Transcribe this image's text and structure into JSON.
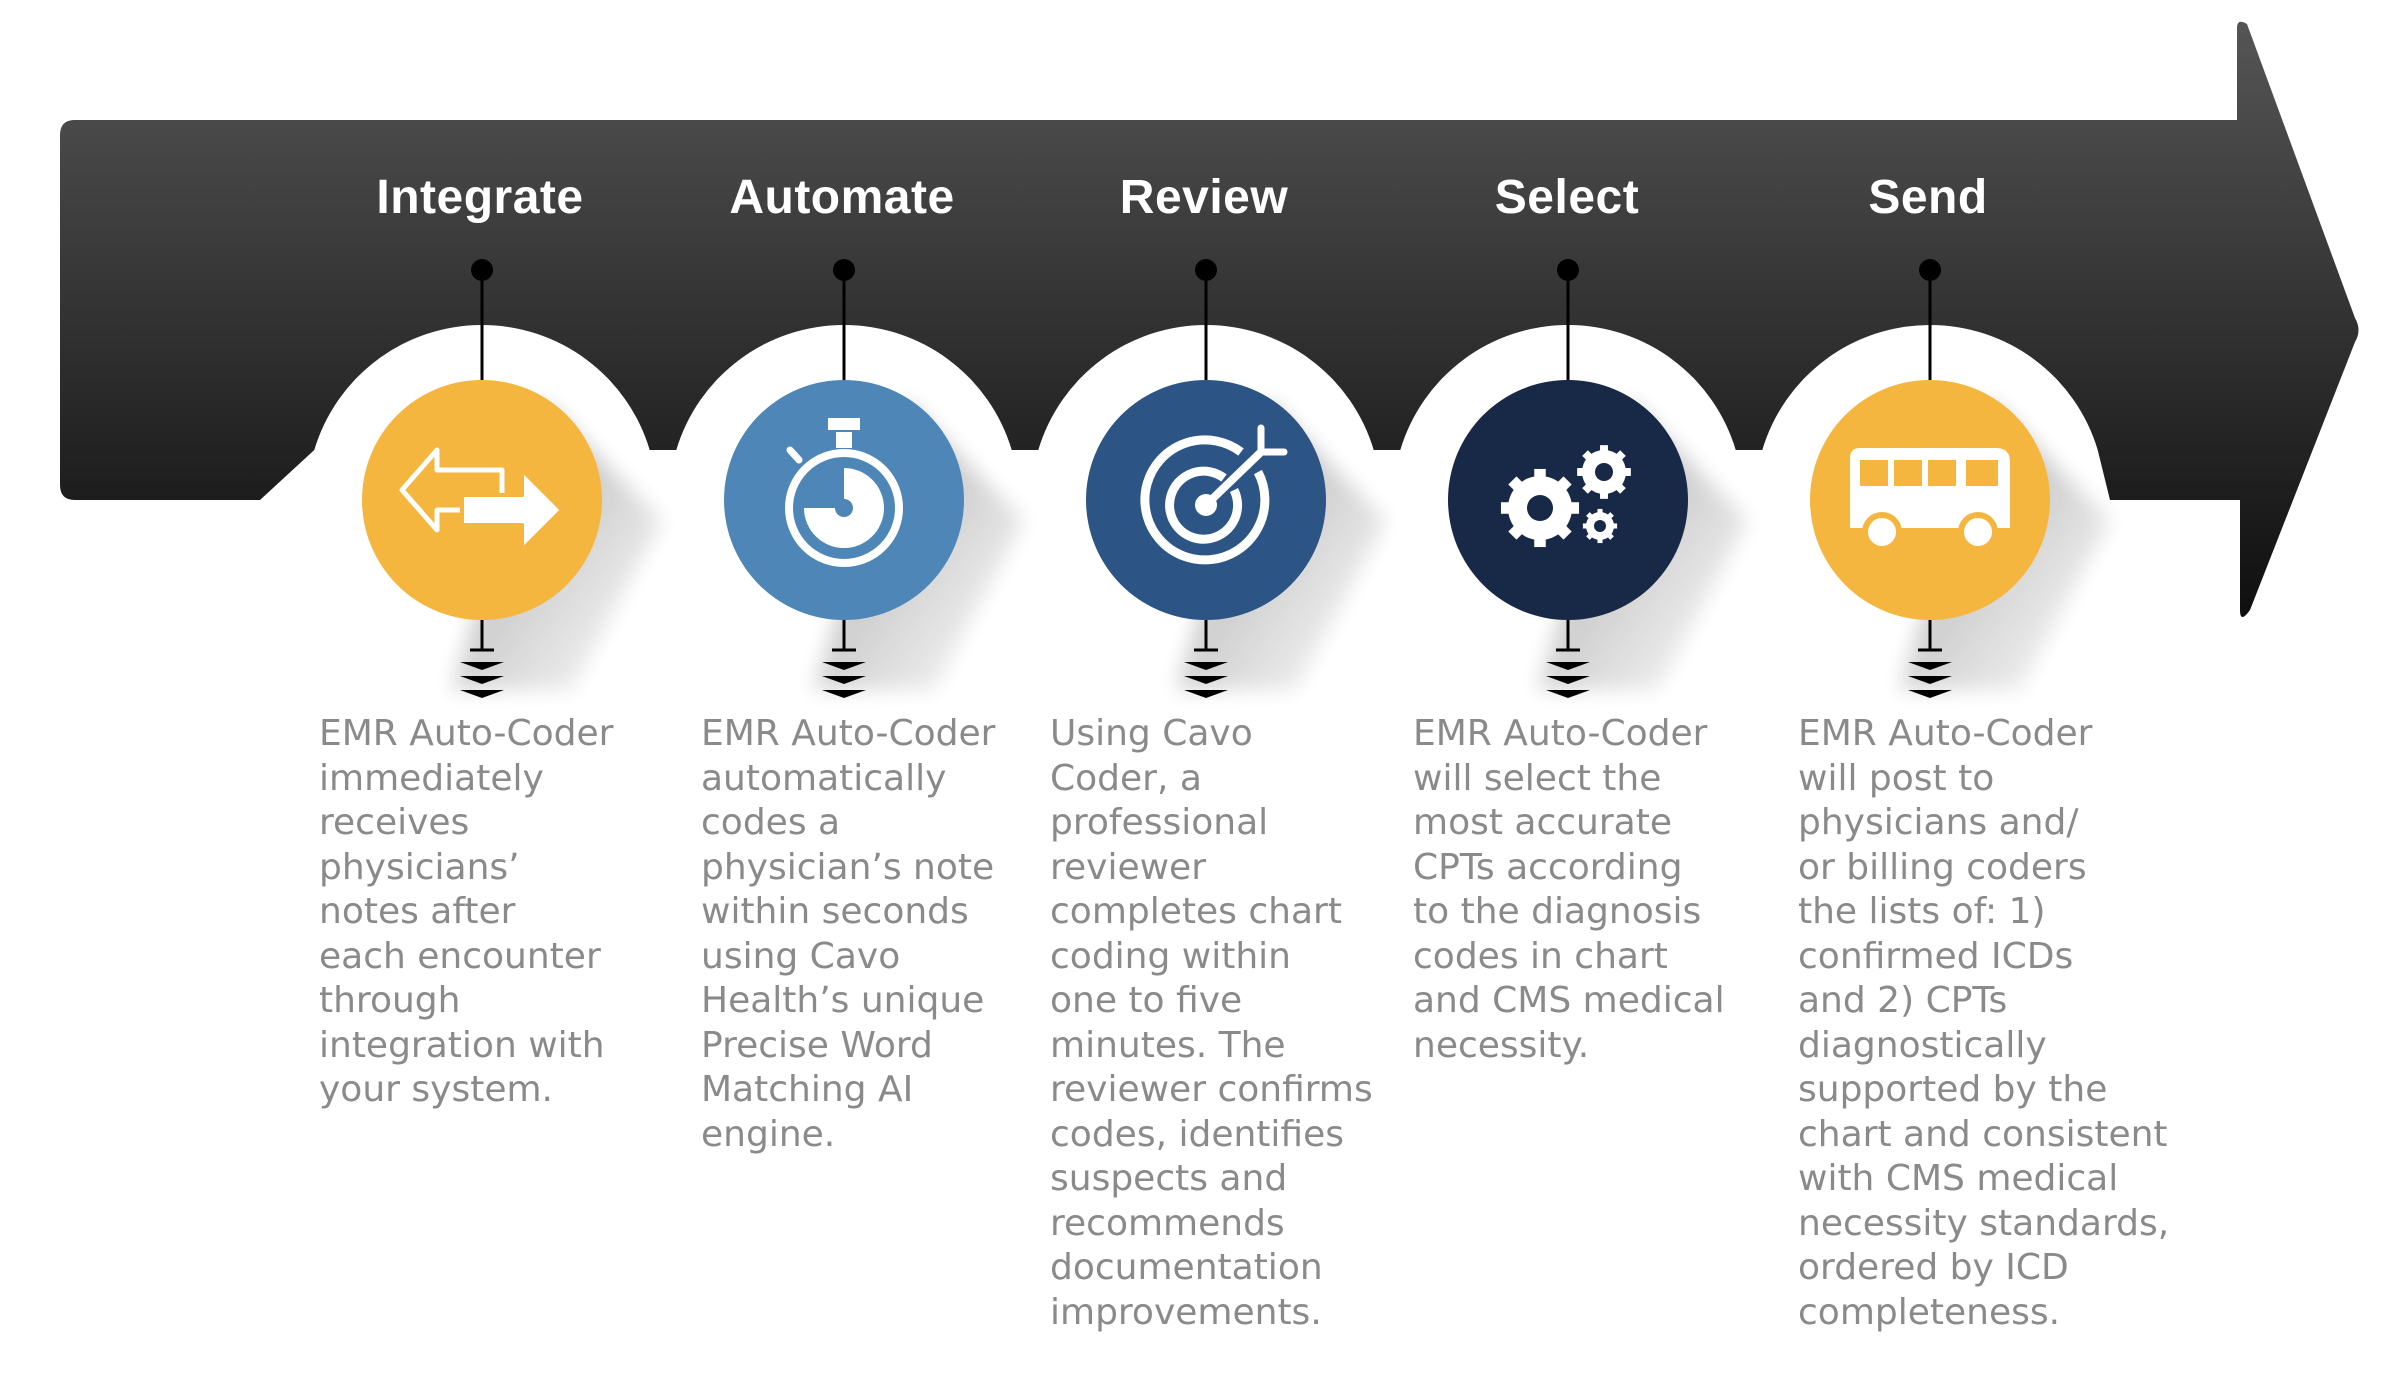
{
  "colors": {
    "arrow_top": "#555555",
    "arrow_bottom": "#0f0f0f",
    "description_text": "#8a8a8a",
    "title_text": "#ffffff"
  },
  "steps": [
    {
      "title": "Integrate",
      "icon": "exchange-arrows-icon",
      "circle_color": "#f4b63f",
      "description": "EMR Auto-Coder\nimmediately\nreceives\nphysicians’\nnotes after\neach encounter\nthrough\nintegration with\nyour system."
    },
    {
      "title": "Automate",
      "icon": "stopwatch-icon",
      "circle_color": "#4f86b8",
      "description": "EMR Auto-Coder\nautomatically\ncodes a\nphysician’s note\nwithin seconds\nusing Cavo\nHealth’s unique\nPrecise Word\nMatching AI\nengine."
    },
    {
      "title": "Review",
      "icon": "target-icon",
      "circle_color": "#2c5585",
      "description": "Using Cavo\nCoder, a\nprofessional\nreviewer\ncompletes chart\ncoding within\none to five\nminutes. The\nreviewer confirms\ncodes, identifies\nsuspects and\nrecommends\ndocumentation\nimprovements."
    },
    {
      "title": "Select",
      "icon": "gears-icon",
      "circle_color": "#182947",
      "description": "EMR Auto-Coder\nwill select the\nmost accurate\nCPTs according\nto the diagnosis\ncodes in chart\nand CMS medical\nnecessity."
    },
    {
      "title": "Send",
      "icon": "bus-icon",
      "circle_color": "#f4b63f",
      "description": "EMR Auto-Coder\nwill post to\nphysicians and/\nor billing coders\nthe lists of: 1)\nconfirmed ICDs\nand 2) CPTs\ndiagnostically\nsupported by the\nchart and consistent\nwith CMS medical\nnecessity standards,\nordered by ICD\ncompleteness."
    }
  ]
}
